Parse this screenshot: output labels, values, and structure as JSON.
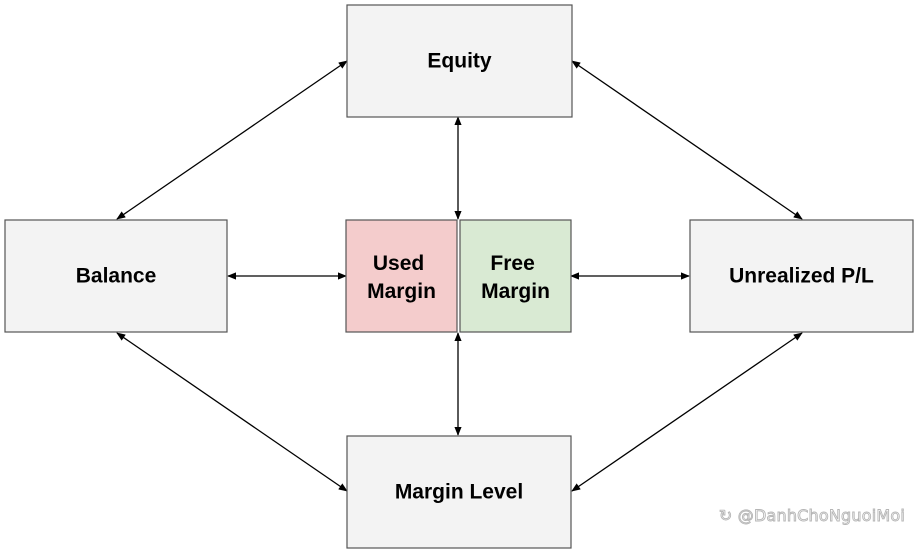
{
  "nodes": {
    "equity": {
      "label": "Equity"
    },
    "balance": {
      "label": "Balance"
    },
    "unrealized_pl": {
      "label": "Unrealized P/L"
    },
    "margin_level": {
      "label": "Margin Level"
    },
    "used_margin": {
      "line1": "Used",
      "line2": "Margin"
    },
    "free_margin": {
      "line1": "Free",
      "line2": "Margin"
    }
  },
  "colors": {
    "box_fill": "#f3f3f3",
    "box_stroke": "#555555",
    "used_margin_fill": "#f4cccc",
    "free_margin_fill": "#d9ead3",
    "arrow": "#000000"
  },
  "watermark": {
    "text": "@DanhChoNguoiMoi"
  }
}
